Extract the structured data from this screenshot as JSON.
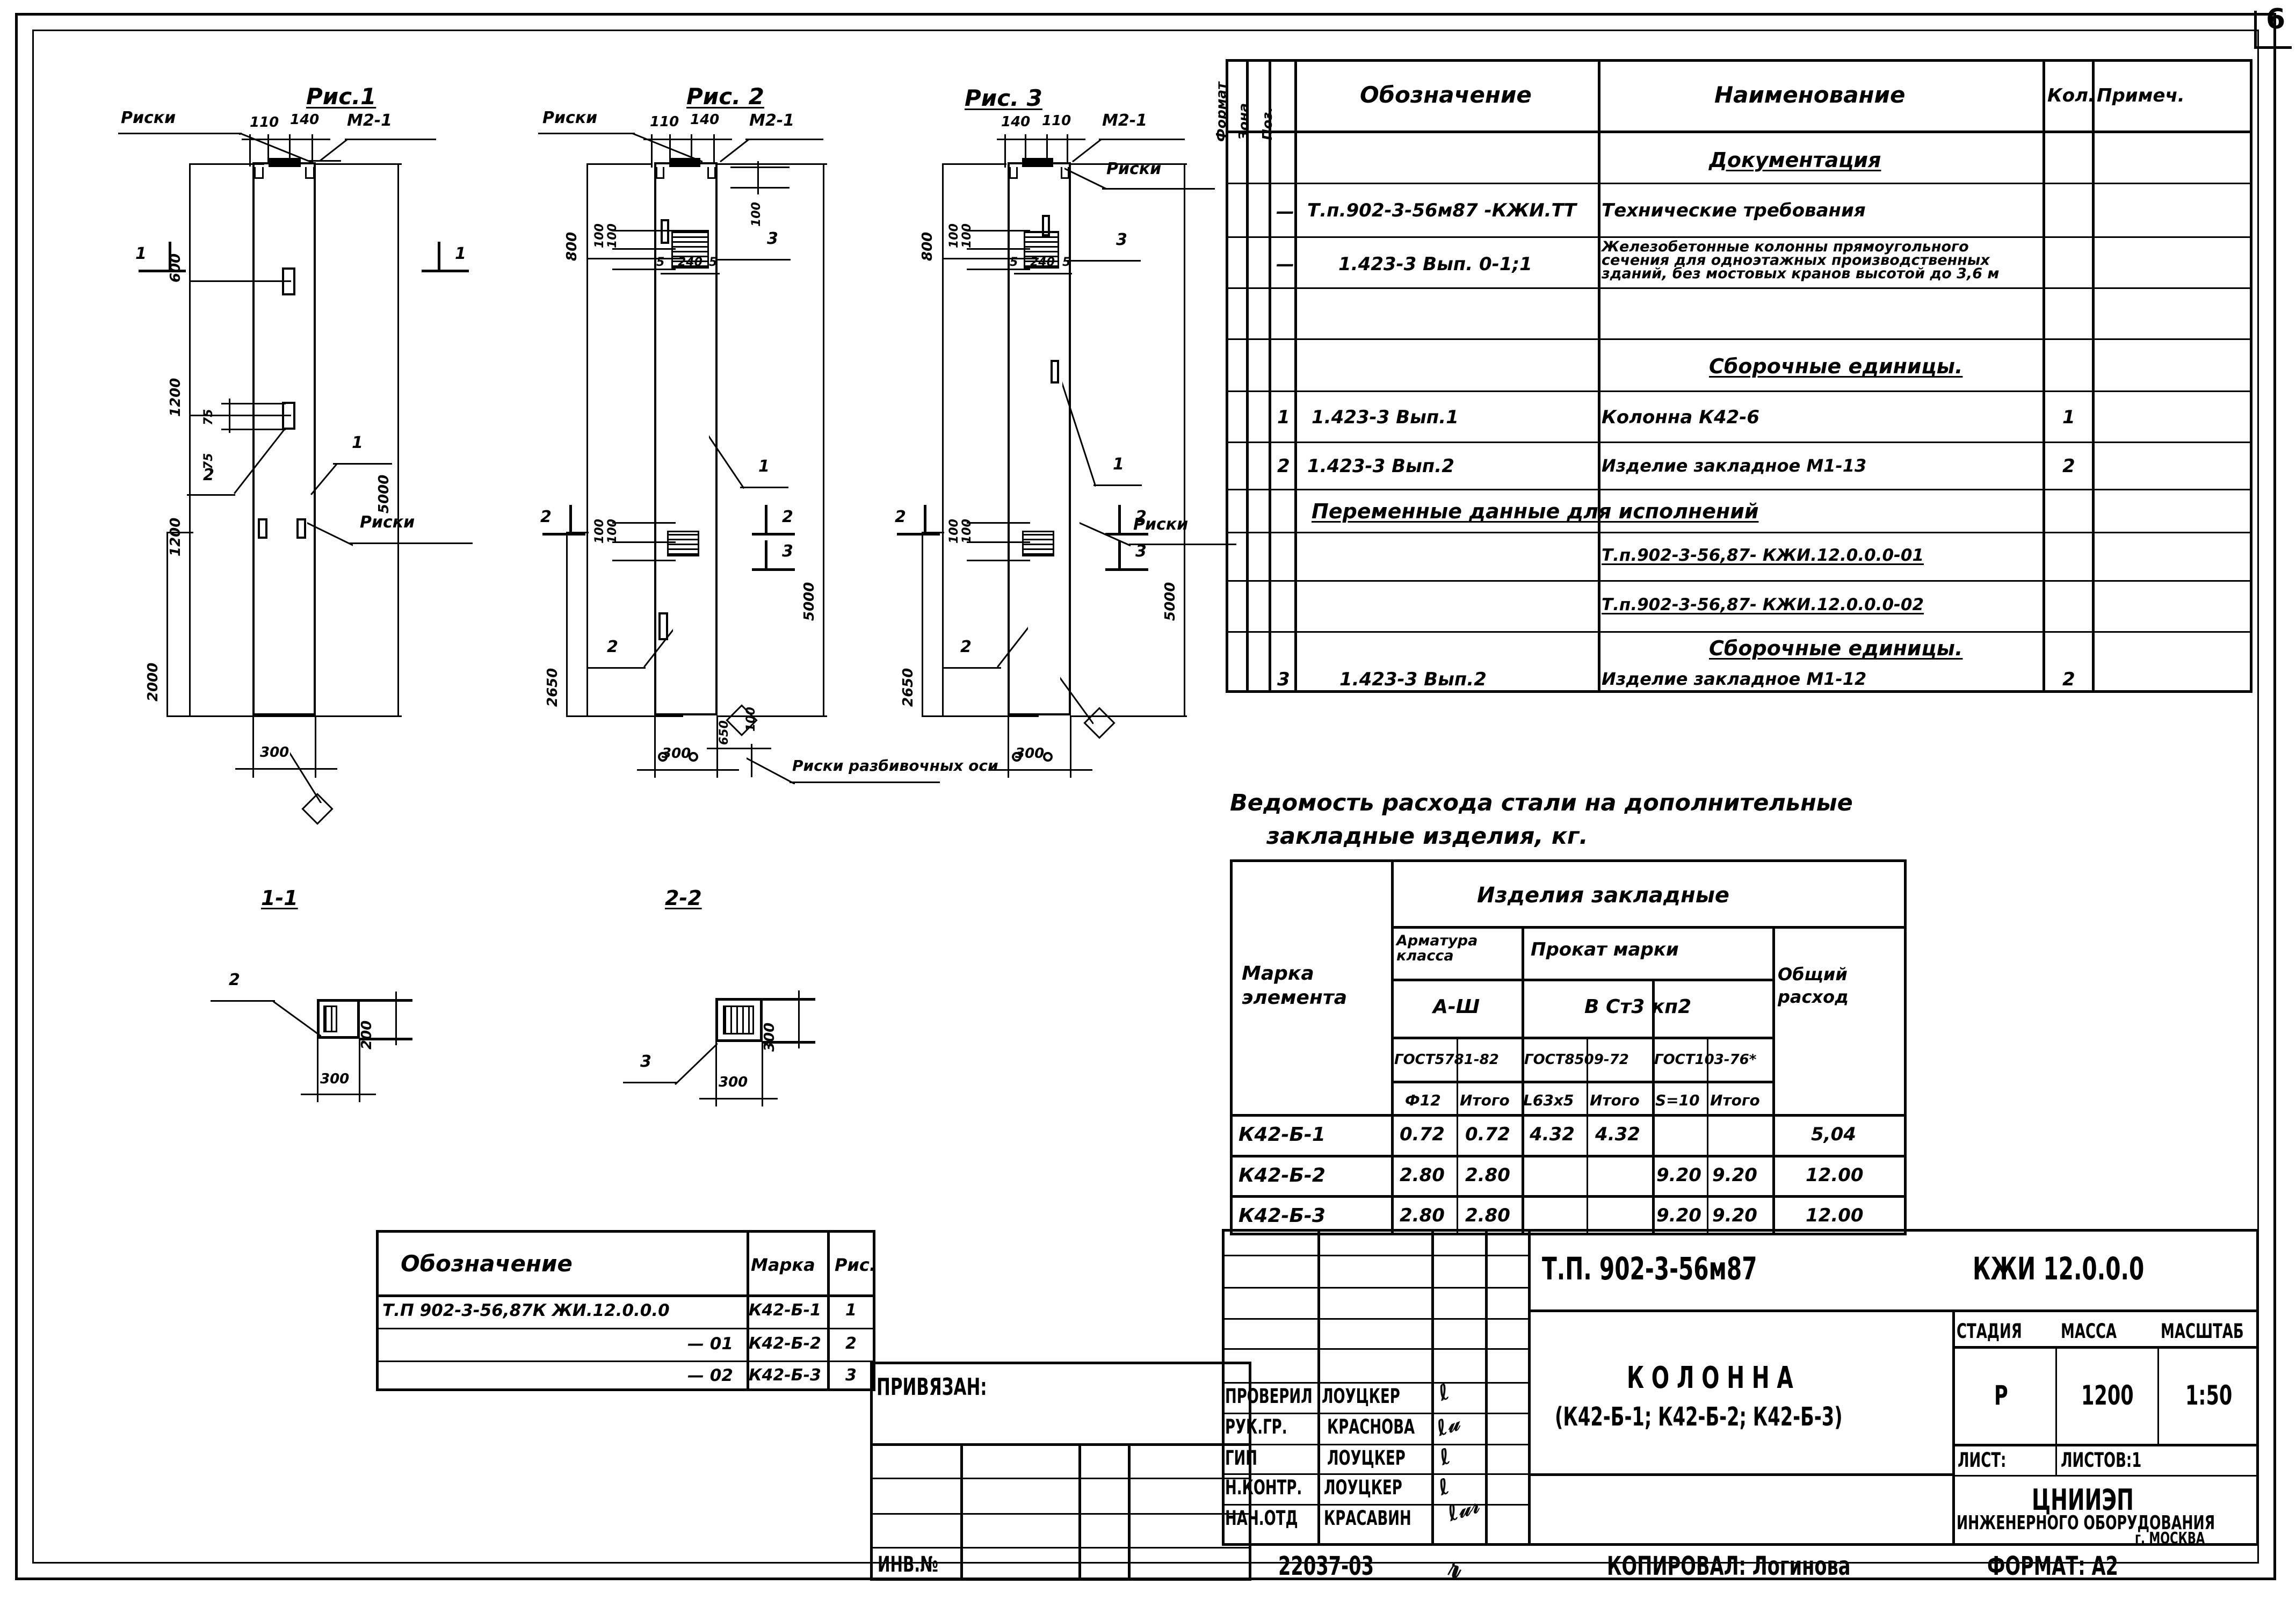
{
  "sheet": {
    "page_number": "6",
    "format_note": "ФОРМАТ: А2",
    "copied_by": "КОПИРОВАЛ: Логинова",
    "archive_number": "22037-03"
  },
  "figures": [
    {
      "id": "fig1",
      "title": "Рис.1",
      "callouts": [
        "Риски",
        "Риски",
        "М2-1",
        "1",
        "2"
      ],
      "top_dims": [
        "110",
        "140"
      ],
      "left_dims": [
        "600",
        "1200",
        "1200",
        "75",
        "75",
        "2000"
      ],
      "right_dims": [
        "5000"
      ],
      "bottom_dims": [
        "300"
      ],
      "section_marks": [
        "1",
        "1",
        "2"
      ]
    },
    {
      "id": "fig2",
      "title": "Рис. 2",
      "callouts": [
        "Риски",
        "М2-1",
        "3",
        "1",
        "2",
        "Риски разбивочных оси"
      ],
      "top_dims": [
        "110",
        "140",
        "100",
        "100"
      ],
      "left_dims": [
        "800",
        "100",
        "100",
        "100",
        "100",
        "2650"
      ],
      "inner_dims": [
        "5",
        "240",
        "5",
        "650",
        "100"
      ],
      "right_dims": [
        "5000"
      ],
      "bottom_dims": [
        "300"
      ],
      "section_marks": [
        "2",
        "2",
        "1",
        "3"
      ]
    },
    {
      "id": "fig3",
      "title": "Рис. 3",
      "callouts": [
        "Риски",
        "М2-1",
        "3",
        "1",
        "2",
        "Риски"
      ],
      "top_dims": [
        "140",
        "110"
      ],
      "left_dims": [
        "800",
        "100",
        "100",
        "100",
        "100",
        "2650"
      ],
      "inner_dims": [
        "5",
        "240",
        "5"
      ],
      "right_dims": [
        "5000"
      ],
      "bottom_dims": [
        "300"
      ],
      "section_marks": [
        "2",
        "2",
        "1",
        "3"
      ]
    }
  ],
  "sections": [
    {
      "title": "1-1",
      "callout": "2",
      "dim_h": "200",
      "dim_w": "300"
    },
    {
      "title": "2-2",
      "callout": "3",
      "dim_h": "300",
      "dim_w": "300"
    }
  ],
  "spec_table": {
    "headers": {
      "format": "Формат",
      "zone": "Зона",
      "pos": "Поз.",
      "designation": "Обозначение",
      "name": "Наименование",
      "qty": "Кол.",
      "note": "Примеч."
    },
    "rows": [
      {
        "pos": "",
        "designation": "",
        "name": "Документация",
        "qty": "",
        "note": "",
        "style": "section"
      },
      {
        "pos": "—",
        "designation": "Т.п.902-3-56м87    -КЖИ.ТТ",
        "name": "Технические требования",
        "qty": "",
        "note": "",
        "style": "normal"
      },
      {
        "pos": "—",
        "designation": "1.423-3        Вып. 0-1;1",
        "name": "Железобетонные колонны прямоугольного сечения для одноэтажных производственных зданий, без мостовых кранов высотой до 3,6 м",
        "qty": "",
        "note": "",
        "style": "multiline"
      },
      {
        "pos": "",
        "designation": "",
        "name": "Сборочные единицы.",
        "qty": "",
        "note": "",
        "style": "section"
      },
      {
        "pos": "1",
        "designation": "1.423-3        Вып.1",
        "name": "Колонна   К42-6",
        "qty": "1",
        "note": "",
        "style": "normal"
      },
      {
        "pos": "2",
        "designation": "1.423-3        Вып.2",
        "name": "Изделие закладное М1-13",
        "qty": "2",
        "note": "",
        "style": "normal"
      },
      {
        "pos": "",
        "designation": "Переменные данные для исполнений",
        "name": "",
        "qty": "",
        "note": "",
        "style": "span-title"
      },
      {
        "pos": "",
        "designation": "",
        "name": "Т.п.902-3-56,87- КЖИ.12.0.0.0-01",
        "qty": "",
        "note": "",
        "style": "underline"
      },
      {
        "pos": "",
        "designation": "",
        "name": "Т.п.902-3-56,87- КЖИ.12.0.0.0-02",
        "qty": "",
        "note": "",
        "style": "underline"
      },
      {
        "pos": "",
        "designation": "",
        "name": "Сборочные единицы.",
        "qty": "",
        "note": "",
        "style": "section"
      },
      {
        "pos": "3",
        "designation": "1.423-3        Вып.2",
        "name": "Изделие закладное М1-12",
        "qty": "2",
        "note": "",
        "style": "normal"
      }
    ]
  },
  "steel_table": {
    "title_line1": "Ведомость расхода стали на дополнительные",
    "title_line2": "закладные изделия, кг.",
    "headers": {
      "element": "Марка элемента",
      "group": "Изделия закладные",
      "rebar_class": "Арматура класса",
      "rolled": "Прокат марки",
      "total": "Общий расход",
      "rebar_grade": "А-Ш",
      "rolled_grade": "В Ст3 кп2",
      "gost_rebar": "ГОСТ5781-82",
      "gost_angle": "ГОСТ8509-72",
      "gost_plate": "ГОСТ103-76*",
      "sub": [
        "Ф12",
        "Итого",
        "L63x5",
        "Итого",
        "S=10",
        "Итого"
      ]
    },
    "rows": [
      {
        "element": "К42-Б-1",
        "d12": "0.72",
        "it1": "0.72",
        "l63": "4.32",
        "it2": "4.32",
        "s10": "",
        "it3": "",
        "total": "5,04"
      },
      {
        "element": "К42-Б-2",
        "d12": "2.80",
        "it1": "2.80",
        "l63": "",
        "it2": "",
        "s10": "9.20",
        "it3": "9.20",
        "total": "12.00"
      },
      {
        "element": "К42-Б-3",
        "d12": "2.80",
        "it1": "2.80",
        "l63": "",
        "it2": "",
        "s10": "9.20",
        "it3": "9.20",
        "total": "12.00"
      }
    ]
  },
  "designation_table": {
    "headers": {
      "designation": "Обозначение",
      "mark": "Марка",
      "fig": "Рис."
    },
    "rows": [
      {
        "designation": "Т.П 902-3-56,87К ЖИ.12.0.0.0",
        "mark": "К42-Б-1",
        "fig": "1"
      },
      {
        "designation": "— 01",
        "mark": "К42-Б-2",
        "fig": "2"
      },
      {
        "designation": "— 02",
        "mark": "К42-Б-3",
        "fig": "3"
      }
    ]
  },
  "binding_block": {
    "label": "ПРИВЯЗАН:",
    "inv_label": "ИНВ.№"
  },
  "title_block": {
    "code_left": "Т.П. 902-3-56м87",
    "code_right": "КЖИ 12.0.0.0",
    "object_name": "К О Л О Н Н А",
    "object_marks": "(К42-Б-1; К42-Б-2; К42-Б-3)",
    "stage_label": "СТАДИЯ",
    "mass_label": "МАССА",
    "scale_label": "МАСШТАБ",
    "stage_value": "Р",
    "mass_value": "1200",
    "scale_value": "1:50",
    "sheet_label": "ЛИСТ:",
    "sheets_label": "ЛИСТОВ:1",
    "org_line1": "ЦНИИЭП",
    "org_line2": "ИНЖЕНЕРНОГО ОБОРУДОВАНИЯ",
    "org_line3": "г. МОСКВА",
    "roles": [
      {
        "role": "ПРОВЕРИЛ",
        "name": "ЛОУЦКЕР"
      },
      {
        "role": "РУК.ГР.",
        "name": "КРАСНОВА"
      },
      {
        "role": "ГИП",
        "name": "ЛОУЦКЕР"
      },
      {
        "role": "Н.КОНТР.",
        "name": "ЛОУЦКЕР"
      },
      {
        "role": "НАЧ.ОТД",
        "name": "КРАСАВИН"
      }
    ]
  }
}
